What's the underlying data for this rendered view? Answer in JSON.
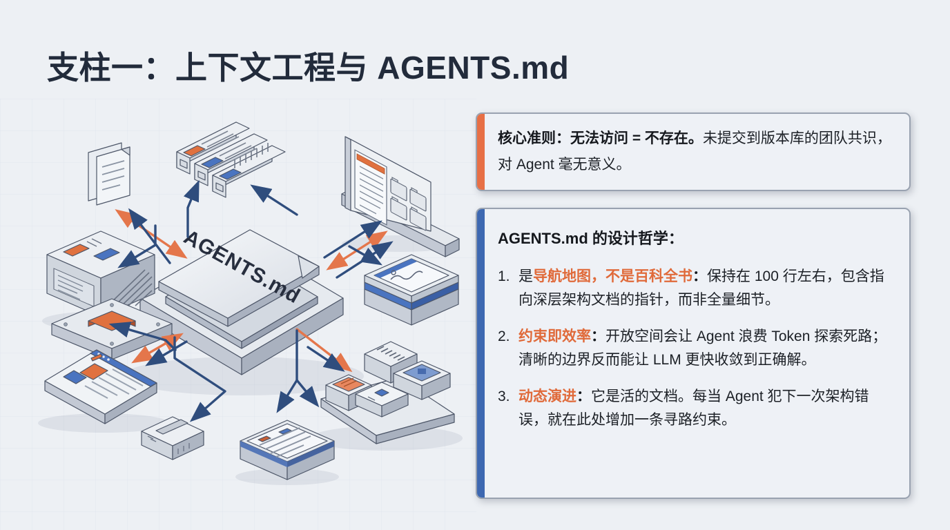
{
  "page": {
    "title": "支柱一：上下文工程与 AGENTS.md"
  },
  "colors": {
    "accent_orange": "#E0703F",
    "accent_blue": "#3D68B1",
    "arrow_navy": "#2F4D7D",
    "arrow_orange": "#E4764B",
    "title_text": "#222B3B",
    "page_bg": "#EDF0F4",
    "panel_bg": "#EEF1F6"
  },
  "principle_box": {
    "lead": "核心准则：无法访问 = 不存在。",
    "body": "未提交到版本库的团队共识，对 Agent 毫无意义。"
  },
  "philosophy_box": {
    "heading": "AGENTS.md 的设计哲学：",
    "items": [
      {
        "num": "1.",
        "pre": "是",
        "highlight": "导航地图，不是百科全书",
        "sep": "：",
        "body": "保持在 100 行左右，包含指向深层架构文档的指针，而非全量细节。"
      },
      {
        "num": "2.",
        "pre": "",
        "highlight": "约束即效率",
        "sep": "：",
        "body": "开放空间会让 Agent 浪费 Token 探索死路；清晰的边界反而能让 LLM 更快收敛到正确解。"
      },
      {
        "num": "3.",
        "pre": "",
        "highlight": "动态演进",
        "sep": "：",
        "body": "它是活的文档。每当 Agent 犯下一次架构错误，就在此处增加一条寻路约束。"
      }
    ]
  },
  "diagram": {
    "center_label": "AGENTS.md"
  }
}
